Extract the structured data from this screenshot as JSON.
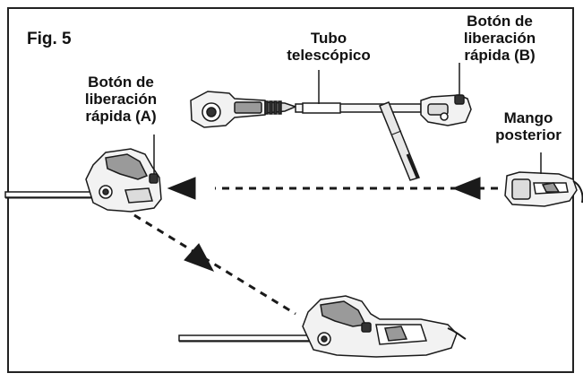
{
  "figure": {
    "label": "Fig. 5"
  },
  "labels": {
    "tube": [
      "Tubo",
      "telescópico"
    ],
    "quick_release_b": [
      "Botón de",
      "liberación",
      "rápida (B)"
    ],
    "quick_release_a": [
      "Botón de",
      "liberación",
      "rápida (A)"
    ],
    "rear_handle": [
      "Mango",
      "posterior"
    ]
  },
  "colors": {
    "line": "#1a1a1a",
    "tool_fill": "#f2f2f2",
    "tool_shade": "#9a9a9a",
    "dark": "#333333"
  }
}
